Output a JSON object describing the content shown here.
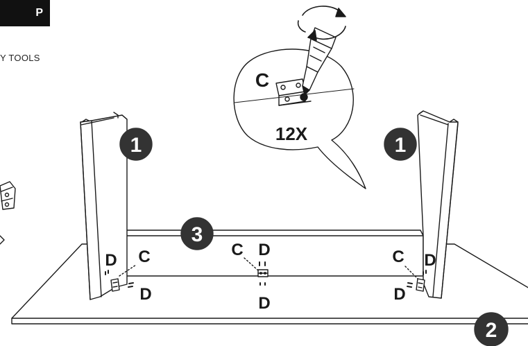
{
  "header": {
    "step_label": "P",
    "tools_label": "Y TOOLS"
  },
  "callout": {
    "part_label": "C",
    "quantity_label": "12X"
  },
  "parts": {
    "leg_left": "1",
    "leg_right": "1",
    "tabletop": "2",
    "apron": "3"
  },
  "hardware": {
    "bracket": "C",
    "dowel": "D"
  },
  "colors": {
    "ink": "#1a1a1a",
    "badge_fill": "#333333",
    "badge_text": "#ffffff",
    "background": "#ffffff"
  },
  "icons": {
    "rotation": "rotation-arrows-icon",
    "screwdriver": "screwdriver-icon"
  }
}
